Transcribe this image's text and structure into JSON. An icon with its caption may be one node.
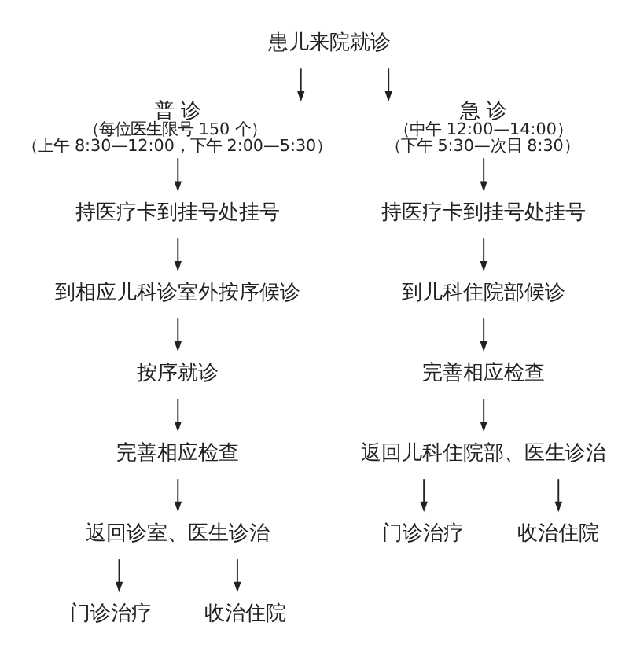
{
  "diagram": {
    "nodes": [
      {
        "text": [
          "患儿来院就诊"
        ]
      },
      {
        "text": [
          "普 诊",
          "（每位医生限号 150 个）",
          "（上午 8:30—12:00，下午 2:00—5:30）"
        ]
      },
      {
        "text": [
          "急 诊",
          "（中午 12:00—14:00）",
          "（下午 5:30—次日 8:30）"
        ]
      },
      {
        "text": [
          "持医疗卡到挂号处挂号"
        ]
      },
      {
        "text": [
          "持医疗卡到挂号处挂号"
        ]
      },
      {
        "text": [
          "到相应儿科诊室外按序候诊"
        ]
      },
      {
        "text": [
          "到儿科住院部候诊"
        ]
      },
      {
        "text": [
          "按序就诊"
        ]
      },
      {
        "text": [
          "完善相应检查"
        ]
      },
      {
        "text": [
          "完善相应检查"
        ]
      },
      {
        "text": [
          "返回儿科住院部、医生诊治"
        ]
      },
      {
        "text": [
          "返回诊室、医生诊治"
        ]
      },
      {
        "text": [
          "门诊治疗"
        ]
      },
      {
        "text": [
          "收治住院"
        ]
      },
      {
        "text": [
          "门诊治疗"
        ]
      },
      {
        "text": [
          "收治住院"
        ]
      }
    ],
    "edges": [
      {
        "from": 0,
        "to": 1,
        "arrow": "to"
      },
      {
        "from": 0,
        "to": 2,
        "arrow": "to"
      },
      {
        "from": 1,
        "to": 3,
        "arrow": "to"
      },
      {
        "from": 2,
        "to": 4,
        "arrow": "to"
      },
      {
        "from": 3,
        "to": 5,
        "arrow": "to"
      },
      {
        "from": 4,
        "to": 6,
        "arrow": "to"
      },
      {
        "from": 5,
        "to": 7,
        "arrow": "to"
      },
      {
        "from": 6,
        "to": 8,
        "arrow": "to"
      },
      {
        "from": 7,
        "to": 9,
        "arrow": "to"
      },
      {
        "from": 8,
        "to": 10,
        "arrow": "to"
      },
      {
        "from": 9,
        "to": 11,
        "arrow": "to"
      },
      {
        "from": 10,
        "to": 12,
        "arrow": "to"
      },
      {
        "from": 10,
        "to": 13,
        "arrow": "to"
      },
      {
        "from": 11,
        "to": 14,
        "arrow": "to"
      },
      {
        "from": 11,
        "to": 15,
        "arrow": "to"
      }
    ]
  }
}
